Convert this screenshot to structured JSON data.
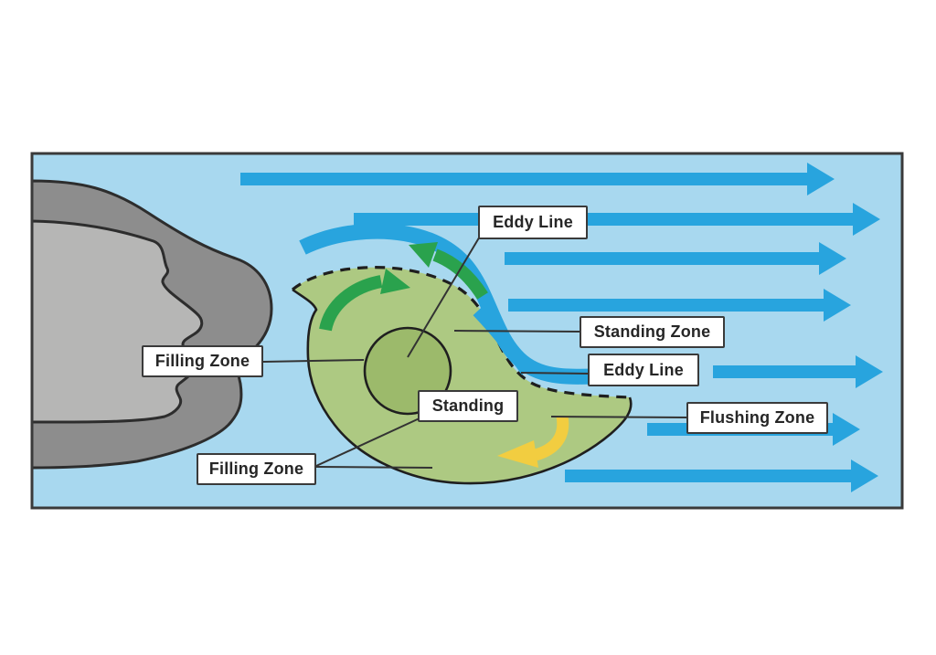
{
  "page": {
    "background_color": "#ffffff"
  },
  "diagram": {
    "subject": "river eddy flow zones behind a rock",
    "water_color": "#a8d8ef",
    "flow_arrow_color": "#28a4de",
    "border_color": "#3a3a3a",
    "rock": {
      "outer_color": "#8d8d8d",
      "inner_color": "#b6b6b5",
      "outline_color": "#2d2d2d"
    },
    "eddy": {
      "zone_color": "#adc982",
      "center_color": "#9cba6b",
      "outline_color": "#1f1f1f"
    },
    "circulation": {
      "green_arrow_color": "#2aa24d",
      "yellow_arrow_color": "#f2cd40"
    },
    "leader_line_color": "#333333",
    "labels": {
      "eddy_line_top": "Eddy Line",
      "standing_zone": "Standing Zone",
      "eddy_line_right": "Eddy Line",
      "flushing_zone": "Flushing Zone",
      "filling_zone_top": "Filling Zone",
      "standing": "Standing",
      "filling_zone_bottom": "Filling Zone"
    },
    "label_style": {
      "background": "#ffffff",
      "border_color": "#3a3a3a",
      "text_color": "#262626"
    }
  }
}
